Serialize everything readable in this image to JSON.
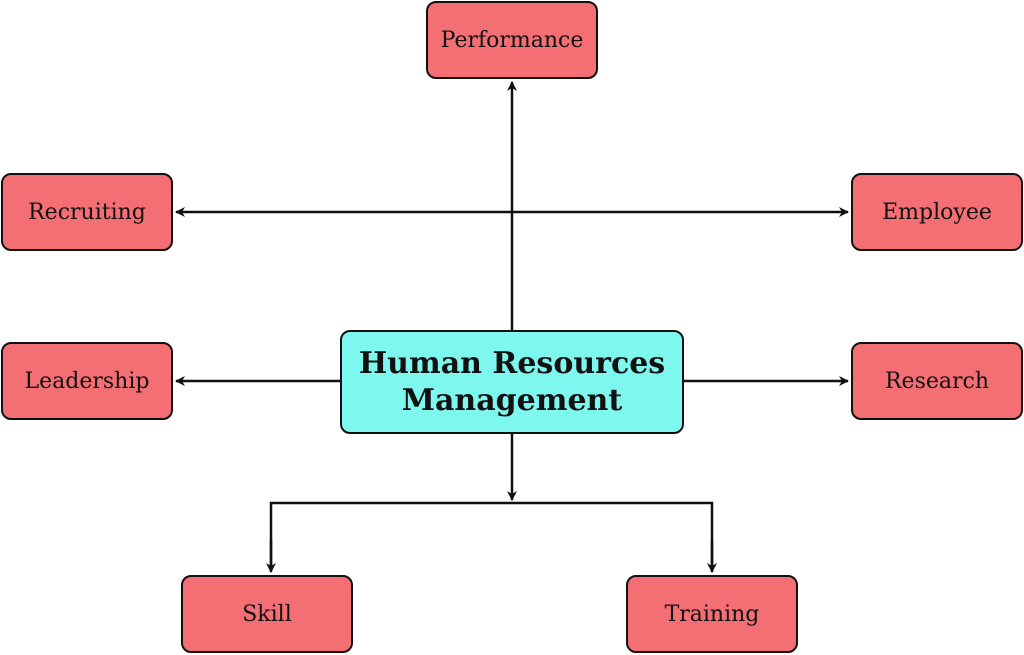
{
  "diagram": {
    "title": "Human Resources Management",
    "center": {
      "line1": "Human Resources",
      "line2": "Management"
    },
    "nodes": {
      "performance": "Performance",
      "recruiting": "Recruiting",
      "employee": "Employee",
      "leadership": "Leadership",
      "research": "Research",
      "skill": "Skill",
      "training": "Training"
    },
    "colors": {
      "leaf_fill": "#f46f73",
      "center_fill": "#7ef7ef",
      "stroke": "#111111"
    }
  }
}
